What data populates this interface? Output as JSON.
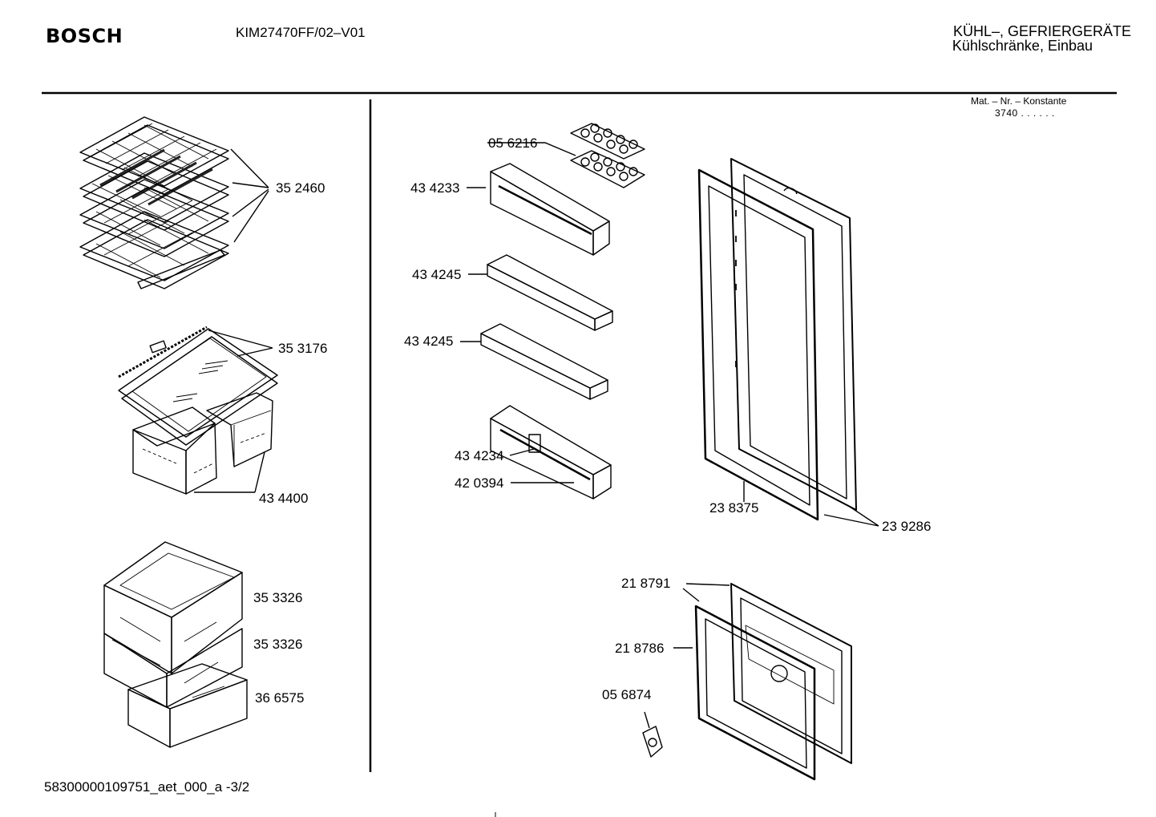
{
  "header": {
    "brand": "BOSCH",
    "model": "KIM27470FF/02–V01",
    "category_line1": "KÜHL–, GEFRIERGERÄTE",
    "category_line2": "Kühlschränke, Einbau",
    "mat_label": "Mat. – Nr. – Konstante",
    "mat_value": "3740 . .  . . . ."
  },
  "footer": {
    "doc_ref": "58300000109751_aet_000_a -3/2"
  },
  "parts": {
    "shelves_wire": "35 2460",
    "glass_shelf": "35 3176",
    "crisper_small": "43 4400",
    "drawer_upper": "35 3326",
    "drawer_middle": "35 3326",
    "drawer_lower": "36 6575",
    "egg_tray": "05 6216",
    "door_shelf_top": "43 4233",
    "door_shelf_2": "43 4245",
    "door_shelf_3": "43 4245",
    "door_shelf_bottom": "43 4234",
    "bottle_retainer": "42 0394",
    "door_gasket": "23 8375",
    "door_panel": "23 9286",
    "freezer_door_a": "21 8791",
    "freezer_door_b": "21 8786",
    "freezer_knob": "05 6874"
  }
}
